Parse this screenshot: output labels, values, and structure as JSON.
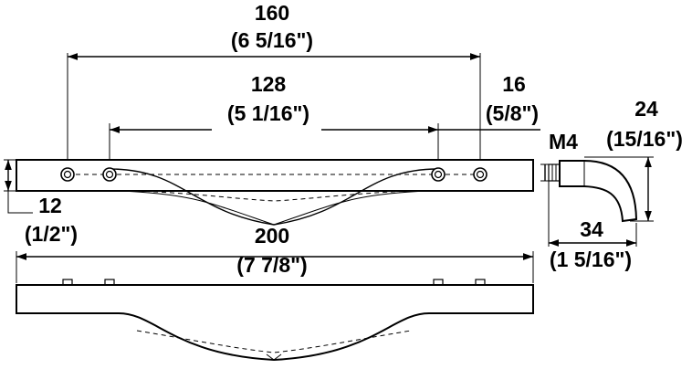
{
  "dimensions": {
    "d160": {
      "mm": "160",
      "inch": "(6 5/16\")"
    },
    "d128": {
      "mm": "128",
      "inch": "(5 1/16\")"
    },
    "d16": {
      "mm": "16",
      "inch": "(5/8\")"
    },
    "d24": {
      "mm": "24",
      "inch": "(15/16\")"
    },
    "thread": {
      "label": "M4"
    },
    "d12": {
      "mm": "12",
      "inch": "(1/2\")"
    },
    "d200": {
      "mm": "200",
      "inch": "(7 7/8\")"
    },
    "d34": {
      "mm": "34",
      "inch": "(1 5/16\")"
    }
  }
}
